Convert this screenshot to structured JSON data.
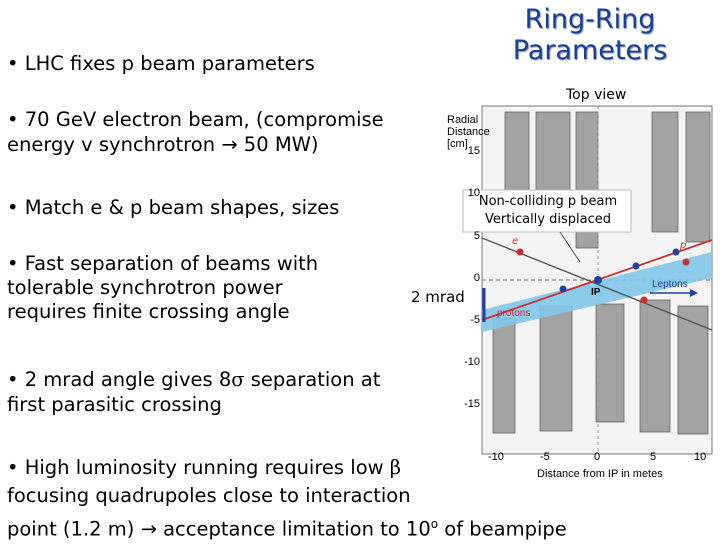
{
  "slide": {
    "title_line1": "Ring-Ring",
    "title_line2": "Parameters",
    "bullets": [
      {
        "lines": [
          "• LHC fixes p beam parameters"
        ]
      },
      {
        "lines": [
          "• 70 GeV electron beam, (compromise",
          "energy v synchrotron ",
          " 50 MW)"
        ]
      },
      {
        "lines": [
          "• Match e & p beam shapes, sizes"
        ]
      },
      {
        "lines": [
          "• Fast separation of beams with",
          "tolerable synchrotron power",
          "requires finite crossing angle"
        ]
      },
      {
        "lines": [
          "• 2 mrad angle gives 8",
          " separation at",
          "first parasitic crossing"
        ]
      },
      {
        "lines": [
          "• High luminosity running requires low ",
          "focusing quadrupoles close to interaction",
          "point (1.2 m) ",
          " acceptance limitation to 10",
          " of beampipe"
        ]
      }
    ],
    "symbols": {
      "arrow": "→",
      "sigma": "σ",
      "beta": "β",
      "degree": "o"
    }
  },
  "figure": {
    "top_view_label": "Top view",
    "y_axis_title": [
      "Radial",
      "Distance",
      "[cm]"
    ],
    "y_ticks": [
      "15",
      "10",
      "5",
      "0",
      "-5",
      "-10",
      "-15"
    ],
    "x_ticks": [
      "-10",
      "-5",
      "0",
      "5",
      "10"
    ],
    "x_axis_title": "Distance from IP in metes",
    "callout_lines": [
      "Non-colliding p beam",
      "Vertically displaced"
    ],
    "angle_label": "2 mrad",
    "ip_label": "IP",
    "leptons_label": "Leptons",
    "protons_label": "protons",
    "beam_labels": [
      "e",
      "p"
    ],
    "colors": {
      "quad": "#9c9c9c",
      "lepton_band": "#82c7ea",
      "proton_line": "#cc2f2f",
      "arrow_blue": "#1f3fa5",
      "title": "#1b3f8f"
    }
  }
}
